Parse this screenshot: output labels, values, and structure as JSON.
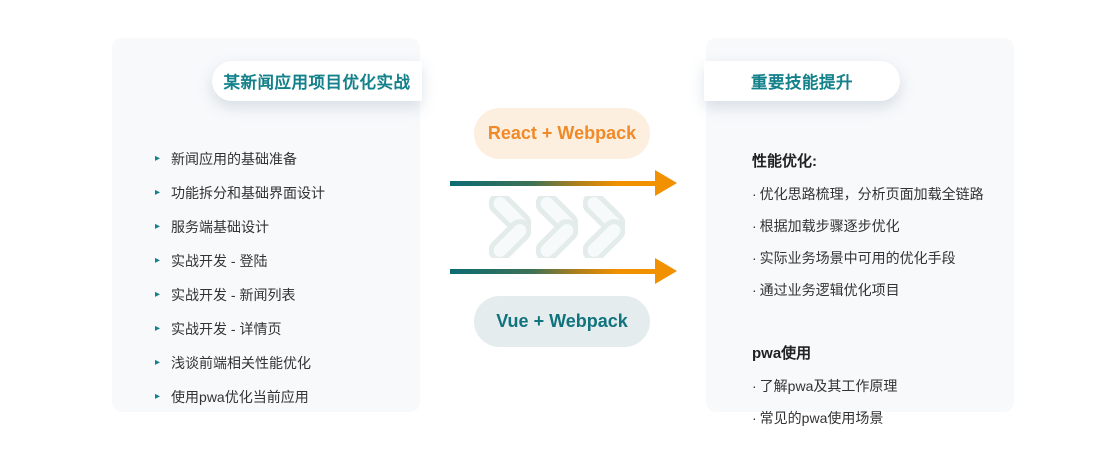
{
  "left_card": {
    "title": "某新闻应用项目优化实战",
    "bullet_glyph": "▸",
    "items": [
      "新闻应用的基础准备",
      "功能拆分和基础界面设计",
      "服务端基础设计",
      "实战开发 - 登陆",
      "实战开发 - 新闻列表",
      "实战开发 - 详情页",
      "浅谈前端相关性能优化",
      "使用pwa优化当前应用"
    ]
  },
  "middle": {
    "top_badge": "React + Webpack",
    "bottom_badge": "Vue + Webpack"
  },
  "right_card": {
    "title": "重要技能提升",
    "bullet_glyph": "·",
    "sections": [
      {
        "heading": "性能优化:",
        "items": [
          "优化思路梳理，分析页面加载全链路",
          "根据加载步骤逐步优化",
          "实际业务场景中可用的优化手段",
          "通过业务逻辑优化项目"
        ]
      },
      {
        "heading": "pwa使用",
        "items": [
          "了解pwa及其工作原理",
          "常见的pwa使用场景"
        ]
      }
    ]
  },
  "colors": {
    "teal": "#13818B",
    "arrow_teal": "#0C6B73",
    "orange": "#F29100",
    "react_badge_bg": "#FCEFDF",
    "react_badge_text": "#F08A28",
    "vue_badge_bg": "#E4ECED",
    "vue_badge_text": "#11737E",
    "card_bg": "#F7F9FB",
    "body_text": "#333333"
  }
}
